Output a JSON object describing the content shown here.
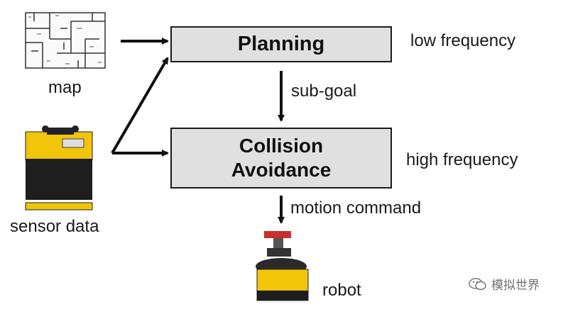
{
  "boxes": {
    "planning": "Planning",
    "collision_line1": "Collision",
    "collision_line2": "Avoidance"
  },
  "labels": {
    "low_frequency": "low frequency",
    "high_frequency": "high frequency",
    "sub_goal": "sub-goal",
    "motion_command": "motion command",
    "map": "map",
    "sensor_data": "sensor data",
    "robot": "robot"
  },
  "watermark": "模拟世界",
  "icons": [
    "map-image",
    "sensor-image",
    "robot-image",
    "wechat-icon"
  ],
  "colors": {
    "box_fill": "#e0e0e0",
    "line": "#111111",
    "sensor_yellow": "#f2c40a",
    "robot_yellow": "#f2c40a",
    "robot_red": "#c8312a"
  }
}
